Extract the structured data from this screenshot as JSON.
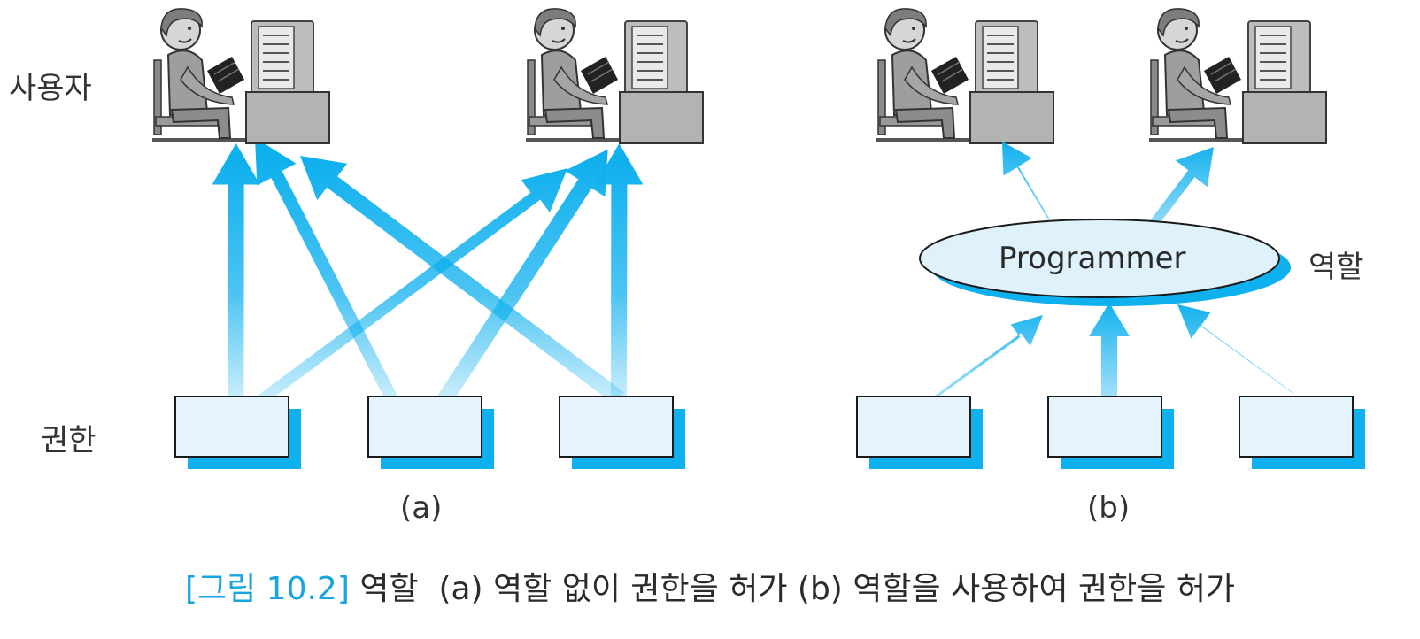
{
  "labels": {
    "user": "사용자",
    "permission": "권한",
    "role": "역할",
    "role_node": "Programmer",
    "panel_a": "(a)",
    "panel_b": "(b)"
  },
  "caption": {
    "tag": "[그림 10.2]",
    "text": "역할  (a) 역할 없이 권한을 허가 (b) 역할을 사용하여 권한을 허가"
  },
  "icons": [
    "user-at-computer-icon"
  ],
  "colors": {
    "arrow": "#0fb0ee",
    "box_fill": "#e4f3fc",
    "box_shadow": "#0fb0ee",
    "ellipse_fill": "#dff1fb",
    "caption_tag": "#18a4e0"
  }
}
